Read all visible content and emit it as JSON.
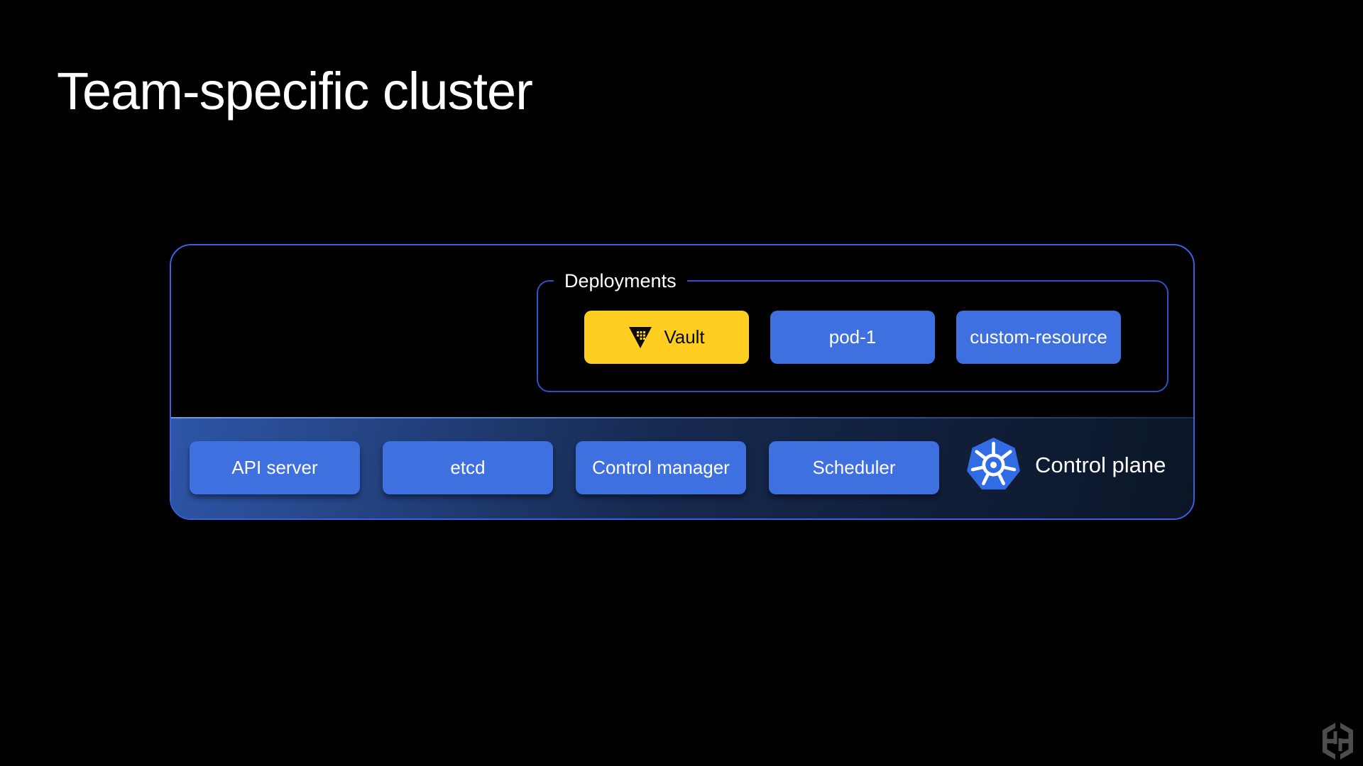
{
  "slide": {
    "title": "Team-specific cluster"
  },
  "cluster": {
    "deployments": {
      "label": "Deployments",
      "items": [
        {
          "label": "Vault",
          "icon": "vault-icon",
          "bg": "#FFCE21",
          "text_color": "#0B0B0B"
        },
        {
          "label": "pod-1",
          "bg": "#3F70E0",
          "text_color": "#FFFFFF"
        },
        {
          "label": "custom-resource",
          "bg": "#3F70E0",
          "text_color": "#FFFFFF"
        }
      ]
    },
    "control_plane": {
      "label": "Control plane",
      "icon": "kubernetes-icon",
      "components": [
        "API server",
        "etcd",
        "Control manager",
        "Scheduler"
      ]
    }
  },
  "branding": {
    "logo": "hashicorp-icon"
  },
  "colors": {
    "background": "#000000",
    "title_text": "#FFFFFF",
    "outer_border": "#3D5FE2",
    "inner_border": "#2E50CC",
    "node_blue": "#3F70E0",
    "node_text": "#FFFFFF",
    "vault_yellow": "#FFCE21",
    "vault_text": "#0B0B0B",
    "bar_gradient_start": "#2E56A8",
    "bar_gradient_mid": "#16294F",
    "bar_gradient_end": "#0B1526",
    "kubernetes_blue": "#326CE5",
    "logo_gray": "#4D4D4D"
  }
}
